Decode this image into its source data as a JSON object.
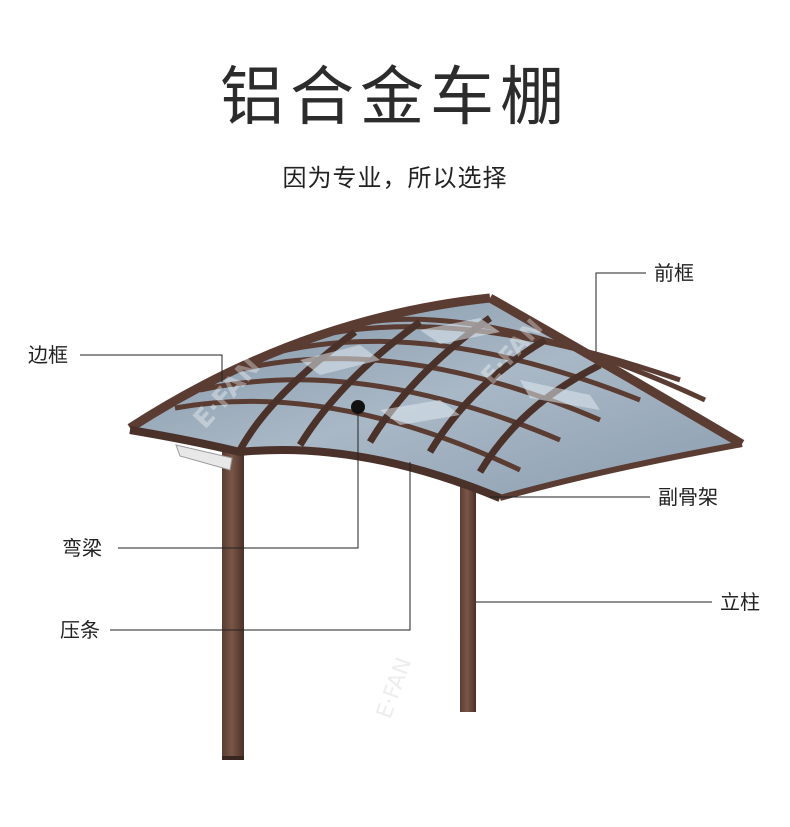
{
  "header": {
    "title": "铝合金车棚",
    "subtitle": "因为专业，所以选择"
  },
  "callouts": {
    "front_frame": "前框",
    "side_frame": "边框",
    "sub_frame": "副骨架",
    "curved_beam": "弯梁",
    "pillar": "立柱",
    "press_strip": "压条"
  },
  "colors": {
    "frame": "#6b4a3e",
    "frame_dark": "#4a3129",
    "panel": "#8fa2b3",
    "panel_light": "#c9d4de",
    "leader": "#222222"
  }
}
